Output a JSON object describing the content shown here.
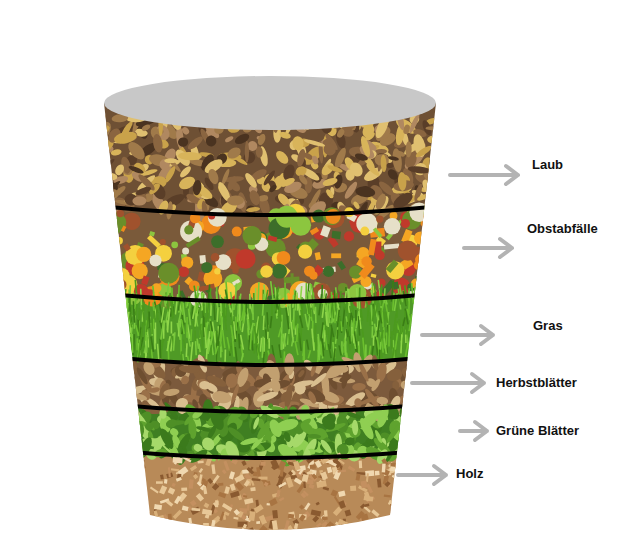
{
  "diagram": {
    "labels": [
      "Laub",
      "Obstabfälle",
      "Gras",
      "Herbstblätter",
      "Grüne Blätter",
      "Holz"
    ]
  }
}
